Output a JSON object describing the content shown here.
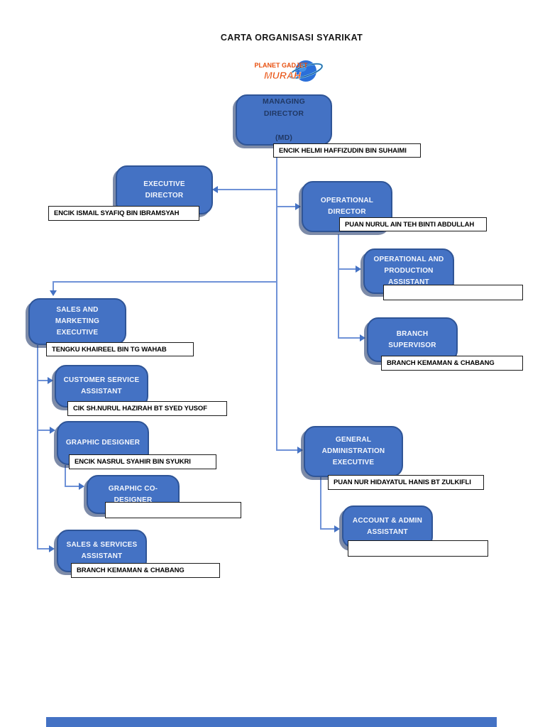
{
  "title": "CARTA ORGANISASI SYARIKAT",
  "logo": {
    "text_top": "PLANET GADJET",
    "text_bottom": "MURAH"
  },
  "colors": {
    "node_fill": "#4472C4",
    "node_border": "#2F5597",
    "node_text": "#F3F6FC",
    "md_text": "#203864",
    "connector": "#6F92D7",
    "label_border": "#1A1A1A",
    "logo_text": "#E8500F"
  },
  "nodes": {
    "md": {
      "title_lines": [
        "MANAGING",
        "DIRECTOR",
        "",
        "(MD)"
      ],
      "name": "ENCIK HELMI HAFFIZUDIN BIN SUHAIMI"
    },
    "executive_director": {
      "title_lines": [
        "EXECUTIVE",
        "DIRECTOR"
      ],
      "name": "ENCIK ISMAIL SYAFIQ BIN IBRAMSYAH"
    },
    "operational_director": {
      "title_lines": [
        "OPERATIONAL",
        "DIRECTOR"
      ],
      "name": "PUAN NURUL AIN TEH BINTI ABDULLAH"
    },
    "op_production_assistant": {
      "title_lines": [
        "OPERATIONAL AND",
        "PRODUCTION",
        "ASSISTANT"
      ],
      "name": ""
    },
    "branch_supervisor": {
      "title_lines": [
        "BRANCH",
        "SUPERVISOR"
      ],
      "name": "BRANCH KEMAMAN & CHABANG"
    },
    "sales_marketing_executive": {
      "title_lines": [
        "SALES AND",
        "MARKETING",
        "EXECUTIVE"
      ],
      "name": "TENGKU KHAIREEL BIN TG WAHAB"
    },
    "customer_service_assistant": {
      "title_lines": [
        "CUSTOMER SERVICE",
        "ASSISTANT"
      ],
      "name": "CIK SH.NURUL HAZIRAH BT SYED YUSOF"
    },
    "graphic_designer": {
      "title_lines": [
        "GRAPHIC DESIGNER"
      ],
      "name": "ENCIK NASRUL SYAHIR BIN SYUKRI"
    },
    "graphic_co_designer": {
      "title_lines": [
        "GRAPHIC CO-",
        "DESIGNER"
      ],
      "name": ""
    },
    "sales_services_assistant": {
      "title_lines": [
        "SALES & SERVICES",
        "ASSISTANT"
      ],
      "name": "BRANCH KEMAMAN & CHABANG"
    },
    "general_admin_executive": {
      "title_lines": [
        "GENERAL",
        "ADMINISTRATION",
        "EXECUTIVE"
      ],
      "name": "PUAN NUR HIDAYATUL HANIS BT ZULKIFLI"
    },
    "account_admin_assistant": {
      "title_lines": [
        "ACCOUNT  & ADMIN",
        "ASSISTANT"
      ],
      "name": ""
    }
  }
}
